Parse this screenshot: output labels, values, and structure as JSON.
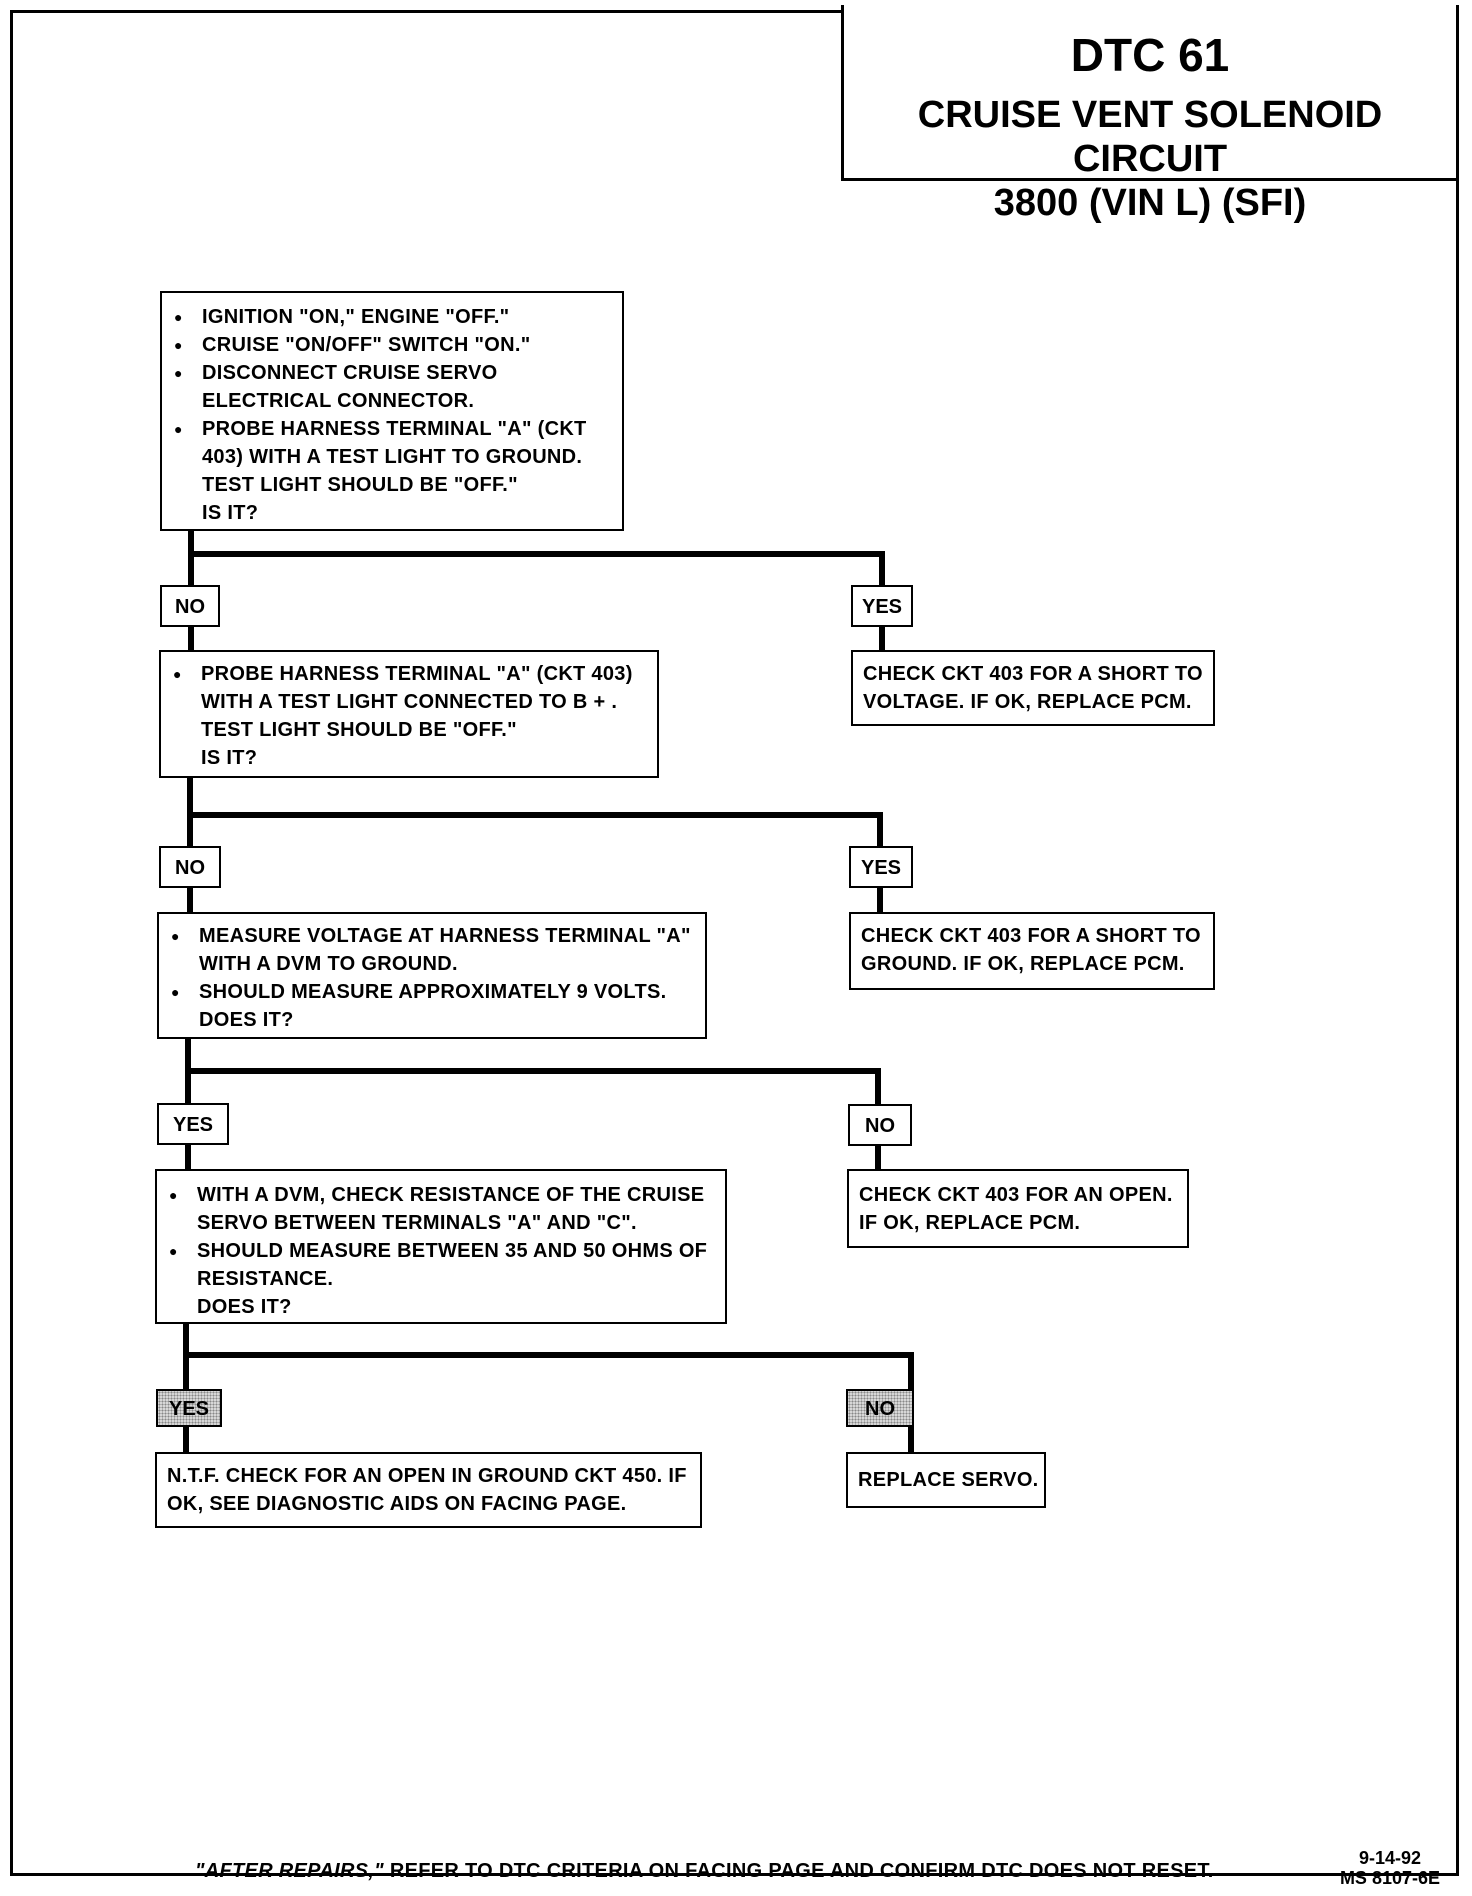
{
  "header": {
    "code": "DTC 61",
    "title": "CRUISE VENT SOLENOID CIRCUIT",
    "subtitle": "3800 (VIN L) (SFI)"
  },
  "steps": {
    "step1": {
      "bullets": [
        "IGNITION \"ON,\" ENGINE \"OFF.\"",
        "CRUISE \"ON/OFF\" SWITCH \"ON.\"",
        "DISCONNECT CRUISE SERVO ELECTRICAL CONNECTOR.",
        "PROBE HARNESS TERMINAL \"A\" (CKT 403) WITH A TEST LIGHT TO GROUND. TEST LIGHT SHOULD BE \"OFF.\""
      ],
      "question": "IS IT?",
      "left_label": "NO",
      "right_label": "YES",
      "right_result": "CHECK CKT 403 FOR A SHORT TO VOLTAGE. IF OK, REPLACE PCM."
    },
    "step2": {
      "bullets": [
        "PROBE HARNESS TERMINAL \"A\" (CKT 403) WITH A TEST LIGHT CONNECTED TO B + . TEST LIGHT SHOULD BE \"OFF.\""
      ],
      "question": "IS IT?",
      "left_label": "NO",
      "right_label": "YES",
      "right_result": "CHECK CKT 403 FOR A SHORT TO GROUND. IF OK, REPLACE PCM."
    },
    "step3": {
      "bullets": [
        "MEASURE VOLTAGE AT HARNESS TERMINAL \"A\" WITH A DVM TO GROUND.",
        "SHOULD MEASURE APPROXIMATELY 9 VOLTS."
      ],
      "question": "DOES IT?",
      "left_label": "YES",
      "right_label": "NO",
      "right_result": "CHECK CKT 403 FOR AN OPEN. IF OK, REPLACE PCM."
    },
    "step4": {
      "bullets": [
        "WITH A DVM, CHECK RESISTANCE OF THE CRUISE SERVO BETWEEN TERMINALS \"A\" AND \"C\".",
        "SHOULD MEASURE BETWEEN 35 AND 50 OHMS OF RESISTANCE."
      ],
      "question": "DOES IT?",
      "left_label": "YES",
      "right_label": "NO",
      "left_result": "N.T.F. CHECK FOR AN OPEN IN GROUND CKT 450. IF OK, SEE DIAGNOSTIC AIDS ON FACING PAGE.",
      "right_result": "REPLACE SERVO."
    }
  },
  "footer": {
    "italic": "\"AFTER REPAIRS,\"",
    "text": " REFER TO DTC CRITERIA ON FACING PAGE AND CONFIRM DTC DOES NOT RESET.",
    "date": "9-14-92",
    "doc_code": "MS 8107-6E"
  }
}
